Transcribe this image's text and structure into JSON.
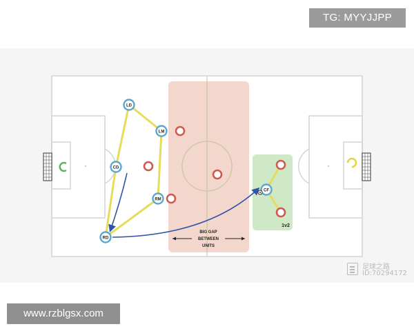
{
  "badges": {
    "telegram": "TG: MYYJJPP",
    "website": "www.rzblgsx.com"
  },
  "watermark": {
    "name": "足球之路",
    "id": "ID:70294172"
  },
  "players": {
    "blue": [
      {
        "label": "LD"
      },
      {
        "label": "LM"
      },
      {
        "label": "CD"
      },
      {
        "label": "RM"
      },
      {
        "label": "RD"
      },
      {
        "label": "CF"
      }
    ]
  },
  "annotations": {
    "gap_line1": "BIG GAP",
    "gap_line2": "BETWEEN",
    "gap_line3": "UNITS",
    "overload": "1v2"
  },
  "colors": {
    "team_blue": "#5aa6cf",
    "opponent_red": "#d0584c",
    "link_yellow": "#e6dc5a",
    "arrow_blue": "#2f56a6",
    "gap_zone": "#f1cfc3",
    "overload_zone": "#cfe9c6",
    "goalkeeper_left": "#58b35a",
    "goalkeeper_right": "#e6d23c"
  }
}
